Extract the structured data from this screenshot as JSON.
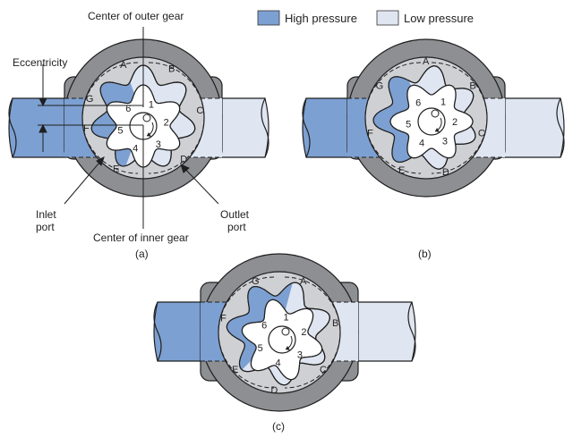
{
  "legend": {
    "high": {
      "label": "High pressure",
      "color": "#7da0d2"
    },
    "low": {
      "label": "Low pressure",
      "color": "#dfe6f2"
    }
  },
  "colors": {
    "housing_dark": "#8e8f93",
    "housing_light": "#cfd0d3",
    "outline": "#1f1f1f"
  },
  "annotations": {
    "center_outer": "Center of outer gear",
    "eccentricity": "Eccentricity",
    "inlet_line1": "Inlet",
    "inlet_line2": "port",
    "outlet_line1": "Outlet",
    "outlet_line2": "port",
    "center_inner": "Center of inner gear"
  },
  "panels": [
    {
      "caption": "(a)",
      "outer_labels": [
        "A",
        "B",
        "C",
        "D",
        "E",
        "F",
        "G"
      ],
      "inner_labels": [
        "1",
        "2",
        "3",
        "4",
        "5",
        "6"
      ]
    },
    {
      "caption": "(b)",
      "outer_labels": [
        "A",
        "B",
        "C",
        "D",
        "E",
        "F",
        "G"
      ],
      "inner_labels": [
        "1",
        "2",
        "3",
        "4",
        "5",
        "6"
      ]
    },
    {
      "caption": "(c)",
      "outer_labels": [
        "A",
        "B",
        "C",
        "D",
        "E",
        "F",
        "G"
      ],
      "inner_labels": [
        "1",
        "2",
        "3",
        "4",
        "5",
        "6"
      ]
    }
  ]
}
